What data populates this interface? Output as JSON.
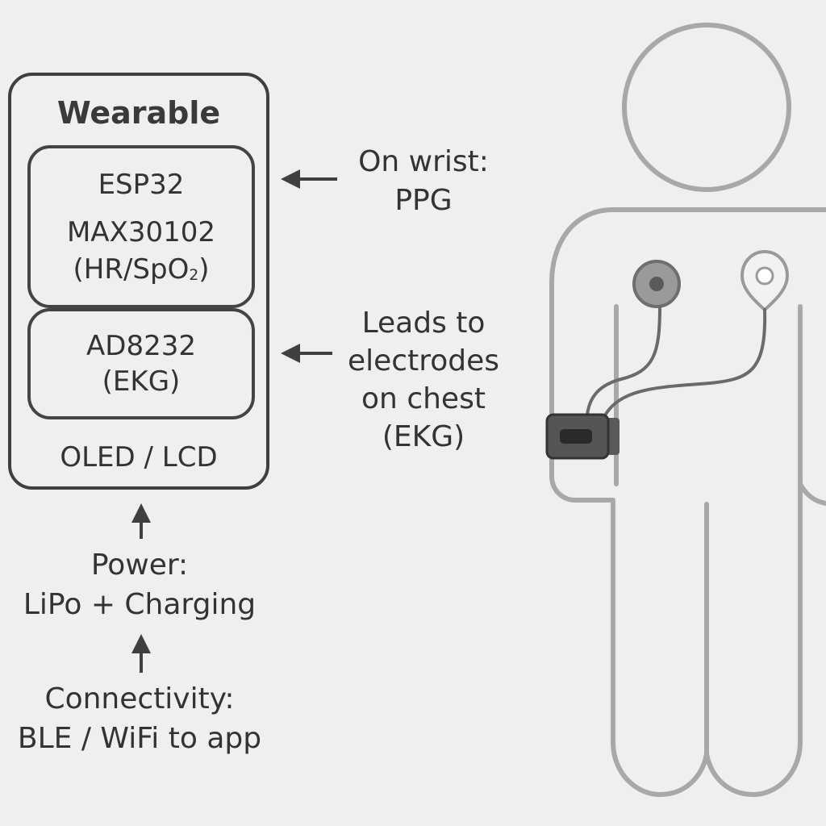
{
  "wearable": {
    "title": "Wearable",
    "mcu": "ESP32",
    "sensor_name": "MAX30102",
    "sensor_detail_main": "(HR/SpO",
    "sensor_detail_sub": "2",
    "sensor_detail_close": ")",
    "ekg_name": "AD8232",
    "ekg_detail": "(EKG)",
    "display": "OLED / LCD"
  },
  "annotations": {
    "wrist_line1": "On wrist:",
    "wrist_line2": "PPG",
    "leads_line1": "Leads to",
    "leads_line2": "electrodes",
    "leads_line3": "on chest",
    "leads_line4": "(EKG)"
  },
  "power": {
    "line1": "Power:",
    "line2": "LiPo + Charging"
  },
  "connectivity": {
    "line1": "Connectivity:",
    "line2": "BLE / WiFi to app"
  },
  "colors": {
    "outline_dark": "#3f3f3f",
    "body_outline": "#a8a8a8",
    "electrode_gray": "#8c8c8c",
    "device_dark": "#3c3c3c",
    "background": "#efefef"
  }
}
